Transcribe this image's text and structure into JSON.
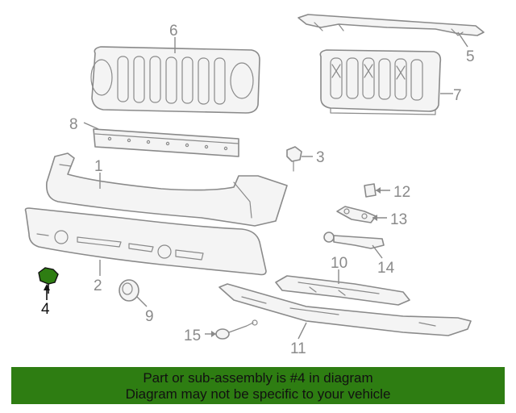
{
  "diagram": {
    "callouts": [
      "1",
      "2",
      "3",
      "4",
      "5",
      "6",
      "7",
      "8",
      "9",
      "10",
      "11",
      "12",
      "13",
      "14",
      "15"
    ],
    "highlight_callout": "4",
    "highlight_color": "#2e7d12"
  },
  "banner": {
    "line1": "Part or sub-assembly is #4 in diagram",
    "line2": "Diagram may not be specific to your vehicle",
    "background": "#2e7d12"
  }
}
